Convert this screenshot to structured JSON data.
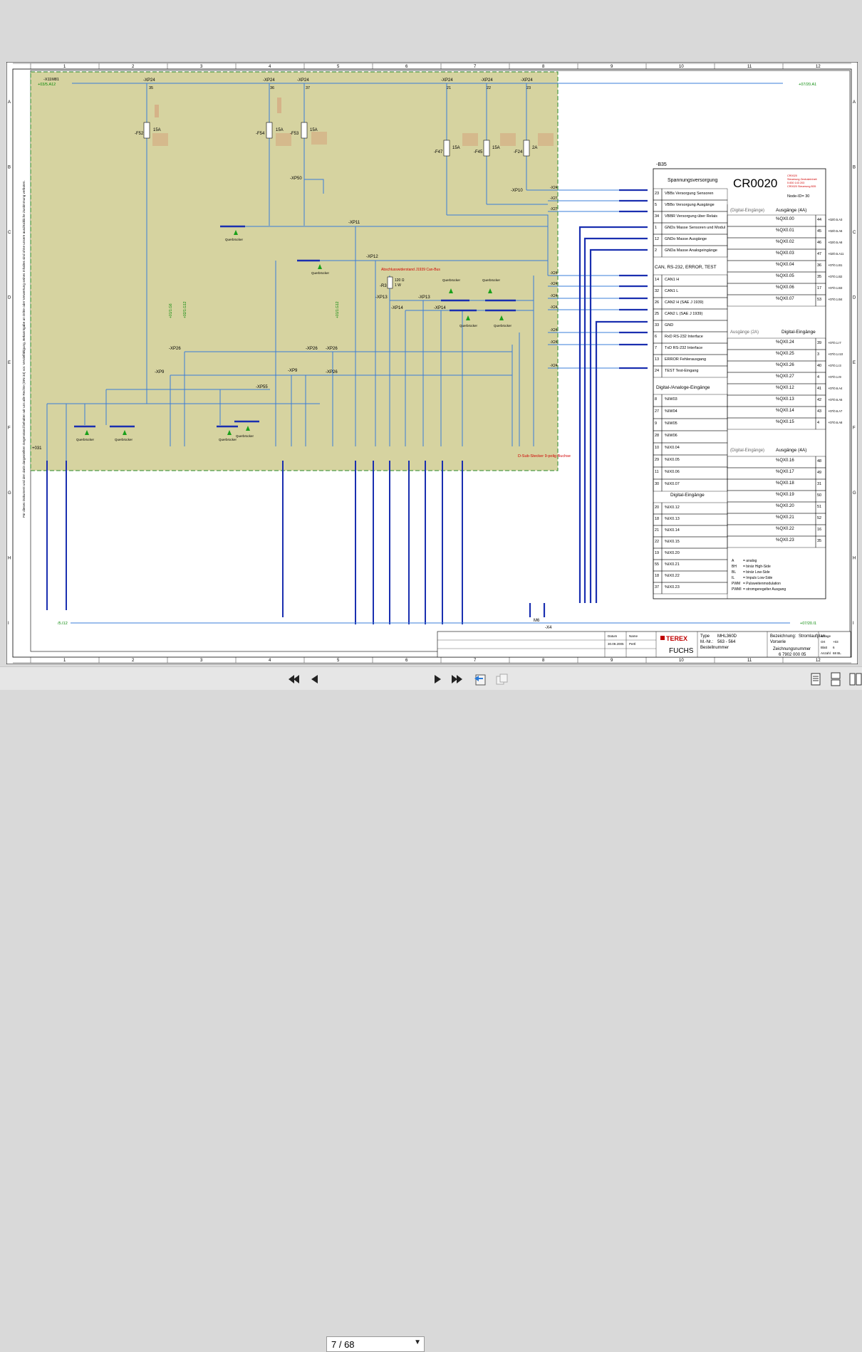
{
  "viewer": {
    "page_indicator": "7 / 68",
    "buttons": {
      "first": "first-page",
      "prev": "previous-page",
      "next": "next-page",
      "last": "last-page"
    }
  },
  "sheet": {
    "col_numbers": [
      "1",
      "2",
      "3",
      "4",
      "5",
      "6",
      "7",
      "8",
      "9",
      "10",
      "11",
      "12"
    ],
    "row_letters": [
      "A",
      "B",
      "C",
      "D",
      "E",
      "F",
      "G",
      "H",
      "I"
    ],
    "top_connectors": {
      "xp24_labels": [
        "-XP24",
        "-XP24",
        "-XP24",
        "-XP24",
        "-XP24",
        "-XP24"
      ],
      "xp24_pins": [
        "35",
        "36",
        "37",
        "21",
        "22",
        "23"
      ],
      "left_ref": "+03/5.A12",
      "left_ref_prefix": "-X11M81",
      "right_ref": "+07/20.A1",
      "left_ground_ref": "/5.I12",
      "right_ground_ref": "+07/20.I1"
    },
    "fuses": [
      {
        "name": "-F52",
        "rating": "15A"
      },
      {
        "name": "-F54",
        "rating": "15A"
      },
      {
        "name": "-F53",
        "rating": "15A"
      },
      {
        "name": "-F47",
        "rating": "15A"
      },
      {
        "name": "-F45",
        "rating": "15A"
      },
      {
        "name": "-F24",
        "rating": "2A"
      }
    ],
    "labels": {
      "xp50": "-XP50",
      "xp10": "-XP10",
      "xp11": "-XP11",
      "xp12": "-XP12",
      "xp13": "-XP13",
      "xp14": "-XP14",
      "xp26": "-XP26",
      "xp9": "-XP9",
      "xp55": "-XP55",
      "r3": "-R3",
      "r3_value": "120 Ω",
      "r3_power": "1 W",
      "termination": "Abschlusswiderstand J1939 Can-Bus",
      "querbruecker": "Querbrücker",
      "dsub": "D-Sub-Stecker 9-polig Buchse",
      "x031": "+031",
      "x4": "-X4",
      "m6": "M6"
    },
    "side_note": "Für dieses Dokument und den darin dargestellten Gegenstand behalten wir uns alle Rechte (DIN 34) vor. Vervielfältigung, Bekanntgabe an Dritte oder Verwertung seines Inhaltes sind ohne unsere ausdrückliche Zustimmung verboten."
  },
  "module": {
    "ref": "-B35",
    "title": "CR0020",
    "node_id": "Node-ID= 30",
    "red_note_1": "CR0020",
    "red_note_2": "Steuerung Zentraleinheit",
    "red_note_3": "5 830 143 203",
    "red_note_4": "CR0020 Steuerung B35",
    "sections": {
      "power": "Spannungsversorgung",
      "can": "CAN, RS-232, ERROR, TEST",
      "dig_in_left": "(Digital-Eingänge)",
      "out4a": "Ausgänge (4A)",
      "out2a": "Ausgänge (2A)",
      "dig_in": "Digital-Eingänge",
      "dig_analog": "Digital-/Analoge-Eingänge",
      "dig_in_left2": "(Digital-Eingänge)",
      "out4a_2": "Ausgänge (4A)",
      "dig_in_bottom": "Digital-Eingänge"
    },
    "power_rows": [
      {
        "pin": "23",
        "label": "VBBs Versorgung Sensoren"
      },
      {
        "pin": "5",
        "label": "VBBo Versorgung Ausgänge"
      },
      {
        "pin": "34",
        "label": "VBBR Versorgung über Relais"
      },
      {
        "pin": "1",
        "label": "GNDs Masse Sensoren und Modul"
      },
      {
        "pin": "12",
        "label": "GNDo Masse Ausgänge"
      },
      {
        "pin": "2",
        "label": "GNDa Masse Analogeingänge"
      }
    ],
    "can_rows": [
      {
        "pin": "14",
        "label": "CAN1 H"
      },
      {
        "pin": "32",
        "label": "CAN1 L"
      },
      {
        "pin": "26",
        "label": "CAN2 H (SAE J 1939)"
      },
      {
        "pin": "25",
        "label": "CAN2 L (SAE J 1939)"
      },
      {
        "pin": "33",
        "label": "GND"
      },
      {
        "pin": "6",
        "label": "RxD RS-232 Interface"
      },
      {
        "pin": "7",
        "label": "TxD RS-232 Interface"
      },
      {
        "pin": "13",
        "label": "ERROR Fehlerausgang"
      },
      {
        "pin": "24",
        "label": "TEST Test-Eingang"
      }
    ],
    "out_rows_1": [
      {
        "pin": "44",
        "code": "%QX0.00",
        "ref": "+02/0.5.A3"
      },
      {
        "pin": "45",
        "code": "%QX0.01",
        "ref": "+02/0.5.A6"
      },
      {
        "pin": "46",
        "code": "%QX0.02",
        "ref": "+02/0.5.A8"
      },
      {
        "pin": "47",
        "code": "%QX0.03",
        "ref": "+02/0.5.A11"
      },
      {
        "pin": "36",
        "code": "%QX0.04",
        "ref": "+07/0.1.B1"
      },
      {
        "pin": "35",
        "code": "%QX0.05",
        "ref": "+07/0.1.B2"
      },
      {
        "pin": "17",
        "code": "%QX0.06",
        "ref": "+07/0.1.B3"
      },
      {
        "pin": "53",
        "code": "%QX0.07",
        "ref": "+07/0.1.B4"
      }
    ],
    "out_rows_2": [
      {
        "pin": "39",
        "code": "%QX0.24",
        "ref": "+07/0.1.I7"
      },
      {
        "pin": "3",
        "code": "%QX0.25",
        "ref": "+07/0.1.I10"
      },
      {
        "pin": "40",
        "code": "%QX0.26",
        "ref": "+07/0.1.I3"
      },
      {
        "pin": "4",
        "code": "%QX0.27",
        "ref": "+07/0.1.I9"
      },
      {
        "pin": "41",
        "code": "%QX0.12",
        "ref": "+07/0.6.A4"
      },
      {
        "pin": "42",
        "code": "%QX0.13",
        "ref": "+07/0.6.A5"
      },
      {
        "pin": "43",
        "code": "%QX0.14",
        "ref": "+07/0.6.A7"
      },
      {
        "pin": "4",
        "code": "%QX0.15",
        "ref": "+07/0.6.A8"
      }
    ],
    "analog_rows": [
      {
        "pin": "8",
        "code": "%IW03"
      },
      {
        "pin": "27",
        "code": "%IW04"
      },
      {
        "pin": "9",
        "code": "%IW05"
      },
      {
        "pin": "28",
        "code": "%IW06"
      },
      {
        "pin": "10",
        "code": "%IX0.04"
      },
      {
        "pin": "29",
        "code": "%IX0.05"
      },
      {
        "pin": "11",
        "code": "%IX0.06"
      },
      {
        "pin": "30",
        "code": "%IX0.07"
      }
    ],
    "out_rows_3": [
      {
        "pin": "48",
        "code": "%QX0.16"
      },
      {
        "pin": "49",
        "code": "%QX0.17"
      },
      {
        "pin": "31",
        "code": "%QX0.18"
      },
      {
        "pin": "50",
        "code": "%QX0.19"
      },
      {
        "pin": "51",
        "code": "%QX0.20"
      },
      {
        "pin": "52",
        "code": "%QX0.21"
      },
      {
        "pin": "16",
        "code": "%QX0.22"
      },
      {
        "pin": "35",
        "code": "%QX0.23"
      }
    ],
    "digital_rows": [
      {
        "pin": "20",
        "code": "%IX0.12"
      },
      {
        "pin": "18",
        "code": "%IX0.13"
      },
      {
        "pin": "21",
        "code": "%IX0.14"
      },
      {
        "pin": "22",
        "code": "%IX0.15"
      },
      {
        "pin": "19",
        "code": "%IX0.20"
      },
      {
        "pin": "55",
        "code": "%IX0.21"
      },
      {
        "pin": "18",
        "code": "%IX0.22"
      },
      {
        "pin": "37",
        "code": "%IX0.23"
      }
    ],
    "legend": [
      {
        "key": "A",
        "text": "= analog"
      },
      {
        "key": "BH",
        "text": "= binär High-Side"
      },
      {
        "key": "BL",
        "text": "= binär Low-Side"
      },
      {
        "key": "IL",
        "text": "= Impuls Low-Side"
      },
      {
        "key": "PWM",
        "text": "= Pulsweitenmodulation"
      },
      {
        "key": "PWMI",
        "text": "= stromgeregelter Ausgang"
      }
    ]
  },
  "titleblock": {
    "brand": "TEREX",
    "brand2": "FUCHS",
    "type_label": "Type",
    "type_value": "MHL360D",
    "mnr_label": "M.-Nr.:",
    "mnr_value": "563 - 564",
    "bestell_label": "Bestellnummer",
    "bez_label": "Bezeichnung:",
    "bez_value": "Stromlaufplan",
    "vorserie": "Vorserie",
    "zeich_label": "Zeichnungsnummer",
    "zeich_value": "6 7902 000 05",
    "datum_label": "Datum",
    "datum_value": "30.09.2005",
    "name_label": "Name",
    "name_value": "Pertl",
    "anlage": "Anlage",
    "ort": "Ort",
    "ort_value": "+03",
    "blatt": "Blatt",
    "blatt_value": "6",
    "anzahl": "Anzahl",
    "anzahl_value": "68 BL"
  }
}
